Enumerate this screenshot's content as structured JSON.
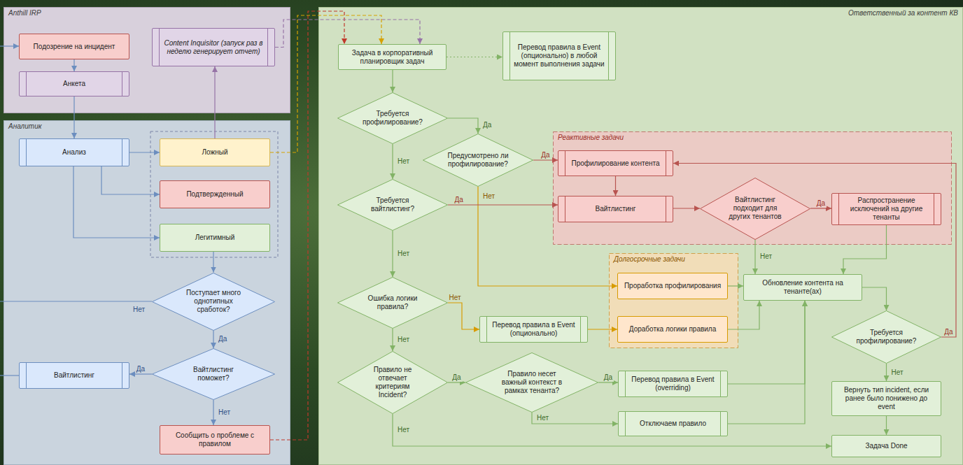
{
  "diagram": {
    "nodes": [
      {
        "text": [
          "Anthill IRP"
        ]
      },
      {
        "text": [
          "Подозрение на инцидент"
        ],
        "in": 0
      },
      {
        "text": [
          "Content Inquisitor (запуск раз в неделю генерирует отчет)"
        ],
        "in": 0
      },
      {
        "text": [
          "Анкета"
        ],
        "in": 0
      },
      {
        "text": [
          "Аналитик"
        ]
      },
      {
        "text": [
          "Анализ"
        ],
        "in": 4
      },
      {
        "text": [
          "Ложный"
        ],
        "in": 4
      },
      {
        "text": [
          "Подтвержденный"
        ],
        "in": 4
      },
      {
        "text": [
          "Легитимный"
        ],
        "in": 4
      },
      {
        "text": [
          "Поступает много однотипных сработок?"
        ],
        "in": 4
      },
      {
        "text": [
          "Вайтлистинг"
        ],
        "in": 4
      },
      {
        "text": [
          "Вайтлистинг поможет?"
        ],
        "in": 4
      },
      {
        "text": [
          "Сообщить о проблеме с правилом"
        ],
        "in": 4
      },
      {
        "text": [
          "Ответственный за контент КВ"
        ]
      },
      {
        "text": [
          "Задача в корпоративный планировщик задач"
        ],
        "in": 13
      },
      {
        "text": [
          "Перевод правила в Event (опционально) в любой момент выполнения задачи"
        ],
        "in": 13
      },
      {
        "text": [
          "Требуется профилирование?"
        ],
        "in": 13
      },
      {
        "text": [
          "Предусмотрено ли профилирование?"
        ],
        "in": 13
      },
      {
        "text": [
          "Реактивные задачи"
        ],
        "in": 13
      },
      {
        "text": [
          "Профилирование контента"
        ],
        "in": 18
      },
      {
        "text": [
          "Вайтлистинг"
        ],
        "in": 18
      },
      {
        "text": [
          "Вайтлистинг подходит для других тенантов"
        ],
        "in": 18
      },
      {
        "text": [
          "Распространение исключений на другие тенанты"
        ],
        "in": 18
      },
      {
        "text": [
          "Требуется вайтлистинг?"
        ],
        "in": 13
      },
      {
        "text": [
          "Долгосрочные задачи"
        ],
        "in": 13
      },
      {
        "text": [
          "Проработка профилирования"
        ],
        "in": 24
      },
      {
        "text": [
          "Доработка логики правила"
        ],
        "in": 24
      },
      {
        "text": [
          "Обновление контента на тенанте(ах)"
        ],
        "in": 13
      },
      {
        "text": [
          "Ошибка логики правила?"
        ],
        "in": 13
      },
      {
        "text": [
          "Перевод правила в Event (опционально)"
        ],
        "in": 13
      },
      {
        "text": [
          "Требуется профилирование?"
        ],
        "in": 13
      },
      {
        "text": [
          "Правило не отвечает критериям Incident?"
        ],
        "in": 13
      },
      {
        "text": [
          "Правило несет важный контекст в рамках тенанта?"
        ],
        "in": 13
      },
      {
        "text": [
          "Перевод правила в Event (overriding)"
        ],
        "in": 13
      },
      {
        "text": [
          "Вернуть тип incident, если ранее было понижено до event"
        ],
        "in": 13
      },
      {
        "text": [
          "Отключаем правило"
        ],
        "in": 13
      },
      {
        "text": [
          "Задача Done"
        ],
        "in": 13
      }
    ],
    "edges": [
      {
        "from": 1,
        "to": 3,
        "arrow": "to"
      },
      {
        "from": 3,
        "to": 5,
        "arrow": "to"
      },
      {
        "from": 5,
        "to": 6,
        "arrow": "to"
      },
      {
        "from": 5,
        "to": 7,
        "arrow": "to"
      },
      {
        "from": 5,
        "to": 8,
        "arrow": "to"
      },
      {
        "from": 6,
        "to": 2,
        "arrow": "to"
      },
      {
        "from": 8,
        "to": 9,
        "arrow": "to"
      },
      {
        "from": 9,
        "to": 11,
        "arrow": "to",
        "label": "Да"
      },
      {
        "from": 11,
        "to": 10,
        "arrow": "to",
        "label": "Да"
      },
      {
        "from": 11,
        "to": 12,
        "arrow": "to",
        "label": "Нет"
      },
      {
        "from": 12,
        "to": 14,
        "arrow": "to"
      },
      {
        "from": 6,
        "to": 14,
        "arrow": "to"
      },
      {
        "from": 2,
        "to": 14,
        "arrow": "to"
      },
      {
        "from": 14,
        "to": 15,
        "arrow": "to"
      },
      {
        "from": 14,
        "to": 16,
        "arrow": "to"
      },
      {
        "from": 16,
        "to": 17,
        "arrow": "to",
        "label": "Да"
      },
      {
        "from": 16,
        "to": 23,
        "arrow": "to",
        "label": "Нет"
      },
      {
        "from": 17,
        "to": 19,
        "arrow": "to",
        "label": "Да"
      },
      {
        "from": 17,
        "to": 25,
        "arrow": "to",
        "label": "Нет"
      },
      {
        "from": 23,
        "to": 20,
        "arrow": "to",
        "label": "Да"
      },
      {
        "from": 19,
        "to": 20,
        "arrow": "to"
      },
      {
        "from": 20,
        "to": 21,
        "arrow": "to"
      },
      {
        "from": 21,
        "to": 22,
        "arrow": "to",
        "label": "Да"
      },
      {
        "from": 21,
        "to": 27,
        "arrow": "to",
        "label": "Нет"
      },
      {
        "from": 22,
        "to": 27,
        "arrow": "to"
      },
      {
        "from": 23,
        "to": 28,
        "arrow": "to",
        "label": "Нет"
      },
      {
        "from": 28,
        "to": 29,
        "arrow": "to",
        "label": "Нет"
      },
      {
        "from": 29,
        "to": 26,
        "arrow": "to"
      },
      {
        "from": 25,
        "to": 27,
        "arrow": "to"
      },
      {
        "from": 26,
        "to": 27,
        "arrow": "to"
      },
      {
        "from": 28,
        "to": 31,
        "arrow": "to",
        "label": "Нет"
      },
      {
        "from": 31,
        "to": 32,
        "arrow": "to",
        "label": "Да"
      },
      {
        "from": 32,
        "to": 33,
        "arrow": "to",
        "label": "Да"
      },
      {
        "from": 32,
        "to": 35,
        "arrow": "to",
        "label": "Нет"
      },
      {
        "from": 33,
        "to": 27,
        "arrow": "to"
      },
      {
        "from": 35,
        "to": 27,
        "arrow": "to"
      },
      {
        "from": 27,
        "to": 30,
        "arrow": "to"
      },
      {
        "from": 30,
        "to": 19,
        "arrow": "to",
        "label": "Да"
      },
      {
        "from": 30,
        "to": 34,
        "arrow": "to",
        "label": "Нет"
      },
      {
        "from": 34,
        "to": 36,
        "arrow": "to"
      },
      {
        "from": 31,
        "to": 36,
        "arrow": "to",
        "label": "Нет"
      }
    ],
    "labels": [
      "Нет"
    ]
  }
}
